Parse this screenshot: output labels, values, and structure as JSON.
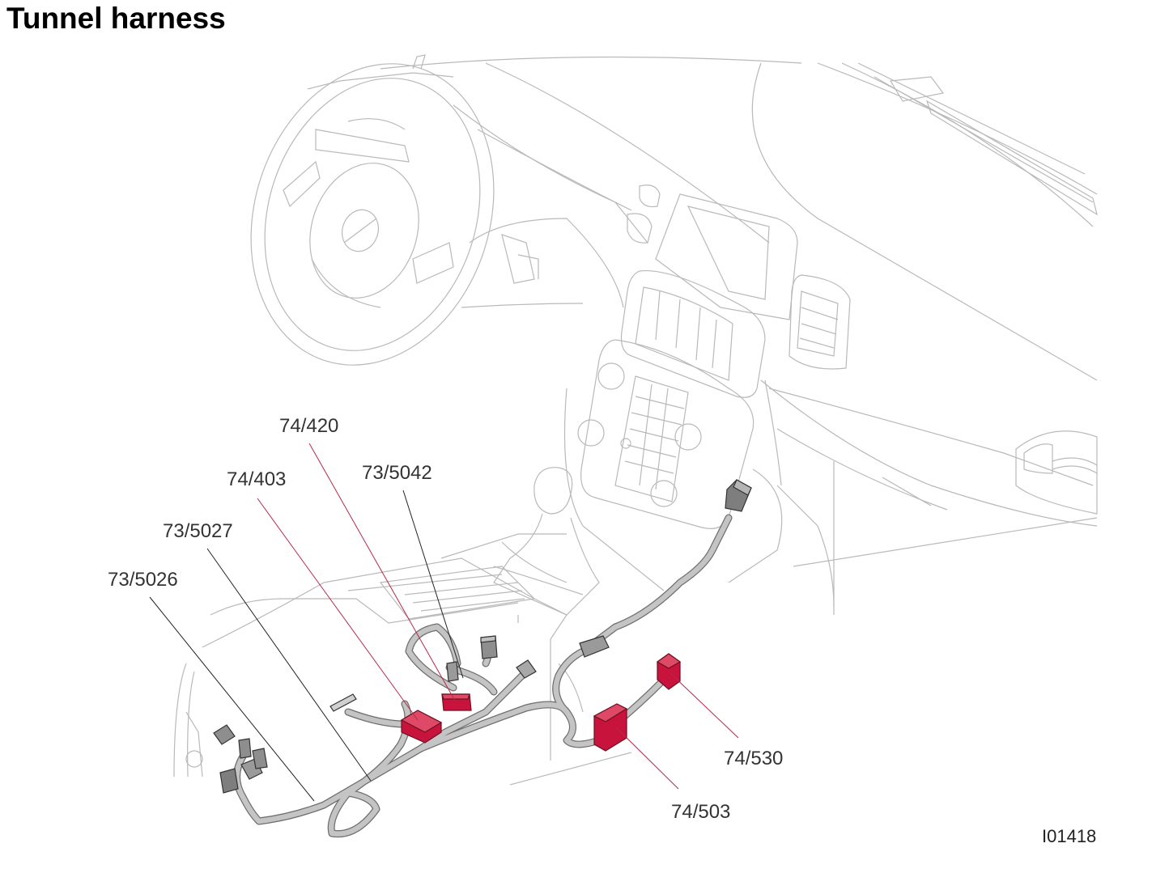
{
  "title": "Tunnel harness",
  "figure_id": "I01418",
  "callouts": [
    {
      "id": "74/420",
      "label": "74/420",
      "highlight": true
    },
    {
      "id": "73/5042",
      "label": "73/5042",
      "highlight": false
    },
    {
      "id": "74/403",
      "label": "74/403",
      "highlight": true
    },
    {
      "id": "73/5027",
      "label": "73/5027",
      "highlight": false
    },
    {
      "id": "73/5026",
      "label": "73/5026",
      "highlight": false
    },
    {
      "id": "74/530",
      "label": "74/530",
      "highlight": true
    },
    {
      "id": "74/503",
      "label": "74/503",
      "highlight": true
    }
  ],
  "colors": {
    "highlight_connector": "#c8143c",
    "highlight_leader": "#b8284a",
    "leader": "#222222",
    "harness": "#a8a8a8",
    "grey_connector": "#8e8e8e",
    "outline": "#b9b9b9"
  }
}
